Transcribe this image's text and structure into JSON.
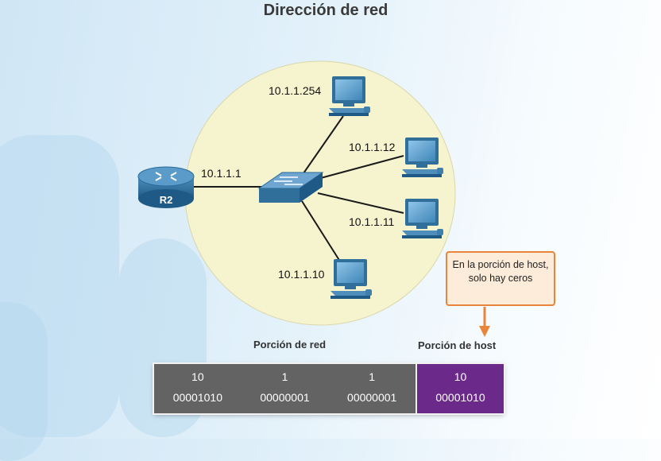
{
  "title": "Dirección de red",
  "router": {
    "label": "R2",
    "ip": "10.1.1.1"
  },
  "hosts": [
    {
      "ip": "10.1.1.254"
    },
    {
      "ip": "10.1.1.12"
    },
    {
      "ip": "10.1.1.11"
    },
    {
      "ip": "10.1.1.10"
    }
  ],
  "callout": {
    "text": "En la porción de host, solo hay ceros"
  },
  "captions": {
    "network": "Porción de red",
    "host": "Porción de host"
  },
  "octets": [
    {
      "decimal": "10",
      "binary": "00001010",
      "part": "network"
    },
    {
      "decimal": "1",
      "binary": "00000001",
      "part": "network"
    },
    {
      "decimal": "1",
      "binary": "00000001",
      "part": "network"
    },
    {
      "decimal": "10",
      "binary": "00001010",
      "part": "host"
    }
  ],
  "colors": {
    "network_portion": "#636363",
    "host_portion": "#6b2a8a",
    "callout_border": "#e8853a",
    "callout_fill": "#fdecd9",
    "circle_fill": "#f6f4cf",
    "device_blue": "#2f6f9a"
  }
}
